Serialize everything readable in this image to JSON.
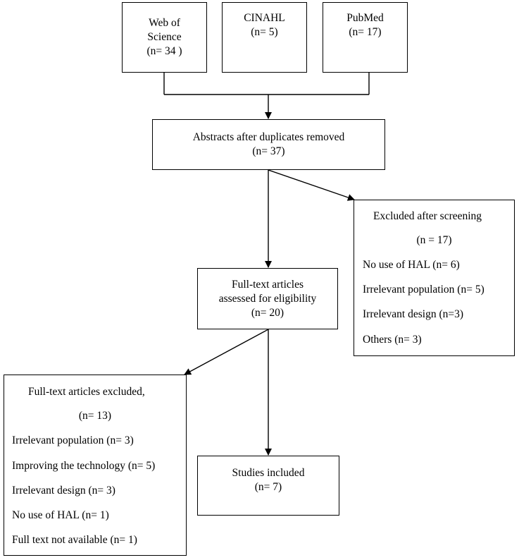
{
  "sources": [
    {
      "lines": [
        "Web of",
        "Science",
        "(n= 34 )"
      ]
    },
    {
      "lines": [
        "CINAHL",
        "(n= 5)"
      ]
    },
    {
      "lines": [
        "PubMed",
        "(n= 17)"
      ]
    }
  ],
  "abstracts": {
    "lines": [
      "Abstracts after duplicates removed",
      "(n= 37)"
    ]
  },
  "excluded_screening": {
    "title": "Excluded after screening",
    "count": "(n = 17)",
    "reasons": [
      "No use of HAL (n= 6)",
      "Irrelevant population (n= 5)",
      "Irrelevant design (n=3)",
      "Others (n= 3)"
    ]
  },
  "fulltext": {
    "lines": [
      "Full-text articles",
      "assessed for eligibility",
      "(n= 20)"
    ]
  },
  "excluded_fulltext": {
    "title": "Full-text articles excluded,",
    "count": "(n= 13)",
    "reasons": [
      "Irrelevant population (n= 3)",
      "Improving the technology (n= 5)",
      "Irrelevant design (n= 3)",
      "No use of HAL (n= 1)",
      "Full text not available (n= 1)"
    ]
  },
  "included": {
    "lines": [
      "Studies included",
      "(n= 7)"
    ]
  }
}
